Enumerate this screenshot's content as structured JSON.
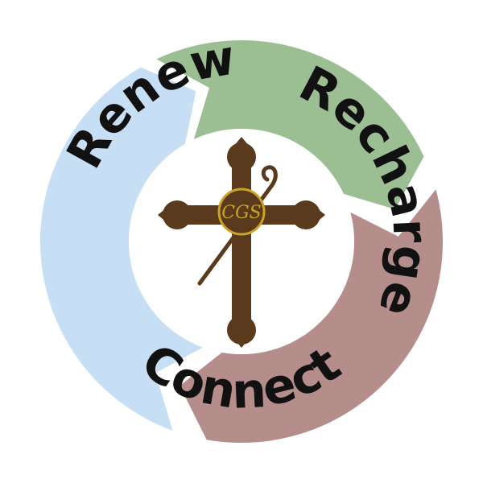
{
  "diagram": {
    "segments": [
      {
        "id": "renew",
        "label": "Renew",
        "color": "#9bbf93",
        "start_deg": 245,
        "end_deg": 335
      },
      {
        "id": "recharge",
        "label": "Recharge",
        "color": "#b58e8b",
        "start_deg": 345,
        "end_deg": 100
      },
      {
        "id": "connect",
        "label": "Connect",
        "color": "#c6dff5",
        "start_deg": 110,
        "end_deg": 240
      }
    ],
    "center_logo": {
      "monogram": "CGS",
      "icon": "cross-with-crozier-icon",
      "cross_color": "#5a3a1c",
      "gold_color": "#c9a227"
    }
  }
}
